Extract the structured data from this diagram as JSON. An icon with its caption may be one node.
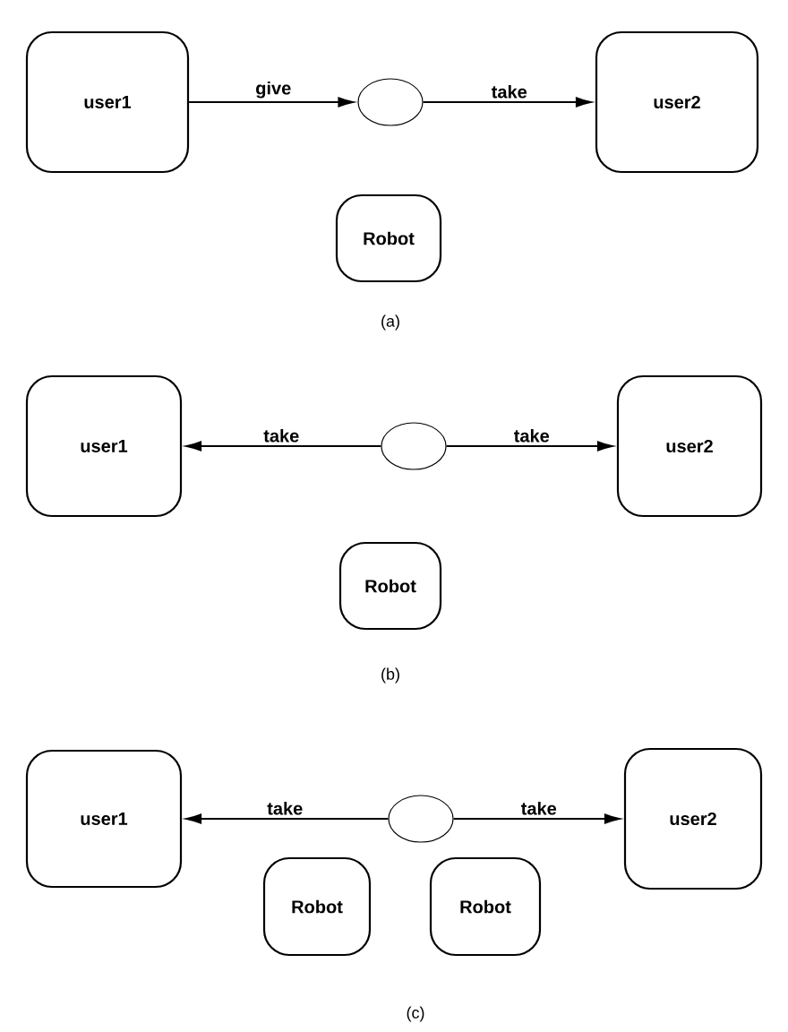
{
  "diagram": {
    "nodes": [
      {
        "text": [
          "user1"
        ]
      },
      {
        "text": [],
        "shape": "circle"
      },
      {
        "text": [
          "user2"
        ]
      },
      {
        "text": [
          "Robot"
        ]
      },
      {
        "text": [
          "user1"
        ]
      },
      {
        "text": [],
        "shape": "circle"
      },
      {
        "text": [
          "user2"
        ]
      },
      {
        "text": [
          "Robot"
        ]
      },
      {
        "text": [
          "user1"
        ]
      },
      {
        "text": [],
        "shape": "circle"
      },
      {
        "text": [
          "user2"
        ]
      },
      {
        "text": [
          "Robot"
        ]
      },
      {
        "text": [
          "Robot"
        ]
      }
    ],
    "edges": [
      {
        "from": 0,
        "to": 1,
        "arrow": "to",
        "label": "give"
      },
      {
        "from": 1,
        "to": 2,
        "arrow": "to",
        "label": "take"
      },
      {
        "from": 5,
        "to": 4,
        "arrow": "to",
        "label": "take"
      },
      {
        "from": 5,
        "to": 6,
        "arrow": "to",
        "label": "take"
      },
      {
        "from": 9,
        "to": 8,
        "arrow": "to",
        "label": "take"
      },
      {
        "from": 9,
        "to": 10,
        "arrow": "to",
        "label": "take"
      }
    ],
    "labels": [
      "(a)",
      "(b)",
      "(c)"
    ]
  }
}
